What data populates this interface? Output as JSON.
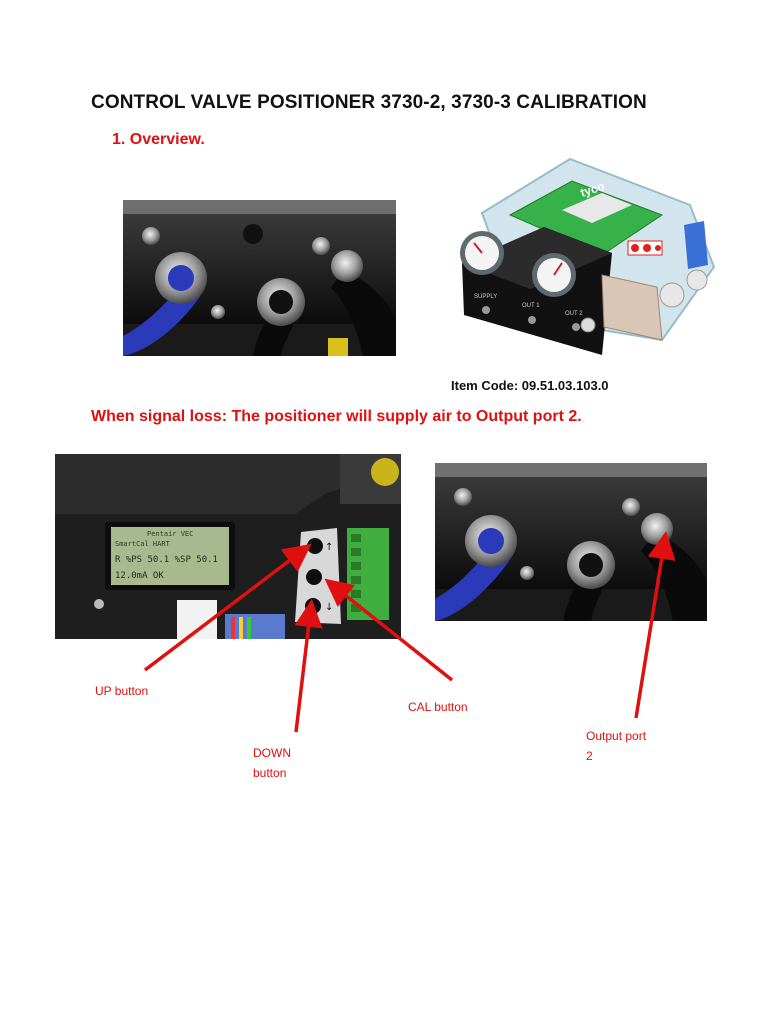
{
  "document": {
    "title": "CONTROL VALVE POSITIONER 3730-2, 3730-3 CALIBRATION",
    "section_heading": "1.  Overview.",
    "item_code": "Item Code: 09.51.03.103.0",
    "signal_loss_note": "When signal loss: The positioner will supply air to Output port 2."
  },
  "diagram": {
    "brand_label": "tyco",
    "port_labels": [
      "SUPPLY",
      "OUT 1",
      "OUT 2"
    ]
  },
  "display": {
    "line1": "Pentair VEC",
    "line2": "SmartCal HART ",
    "line3": "R %PS 50.1  %SP 50.1",
    "line4": "12.0mA        OK"
  },
  "callouts": {
    "up": "UP button",
    "cal": "CAL button",
    "down_line1": "DOWN",
    "down_line2": "button",
    "output_line1": "Output port",
    "output_line2": "2"
  },
  "colors": {
    "accent_red": "#e01010",
    "hose_blue": "#2a3ab8",
    "lcd_green": "#a9b98f",
    "terminal_green": "#3fae3f"
  }
}
